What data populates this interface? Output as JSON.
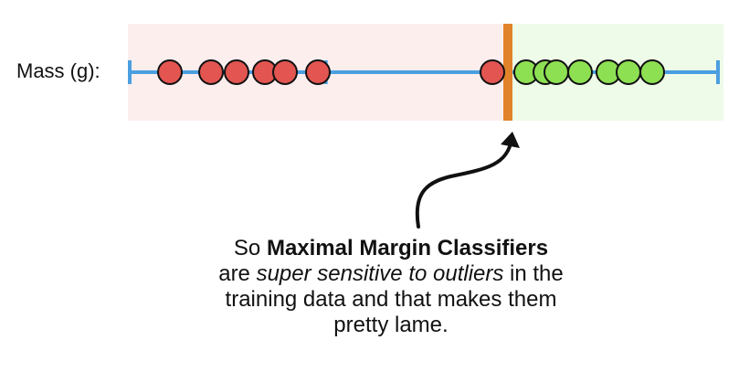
{
  "axis": {
    "label": "Mass (g):",
    "tick_count": 4
  },
  "colors": {
    "red_region": "#fdeeee",
    "green_region": "#eefbe8",
    "axis_line": "#4a9fe0",
    "threshold": "#e0832a",
    "red_point": "#e25550",
    "green_point": "#8ee053",
    "point_stroke": "#111111",
    "arrow": "#111111"
  },
  "chart_data": {
    "type": "scatter",
    "threshold": 556,
    "series": [
      {
        "class": "red",
        "x": [
          186,
          231,
          259,
          290,
          312,
          348,
          539
        ]
      },
      {
        "class": "green",
        "x": [
          576,
          597,
          609,
          635,
          666,
          688,
          714
        ]
      }
    ]
  },
  "caption": {
    "prefix": "So ",
    "bold": "Maximal Margin Classifiers",
    "line2_pre": "are ",
    "italic": "super sensitive to outliers",
    "line2_post": " in the",
    "line3": "training data and that makes them",
    "line4": "pretty lame."
  }
}
